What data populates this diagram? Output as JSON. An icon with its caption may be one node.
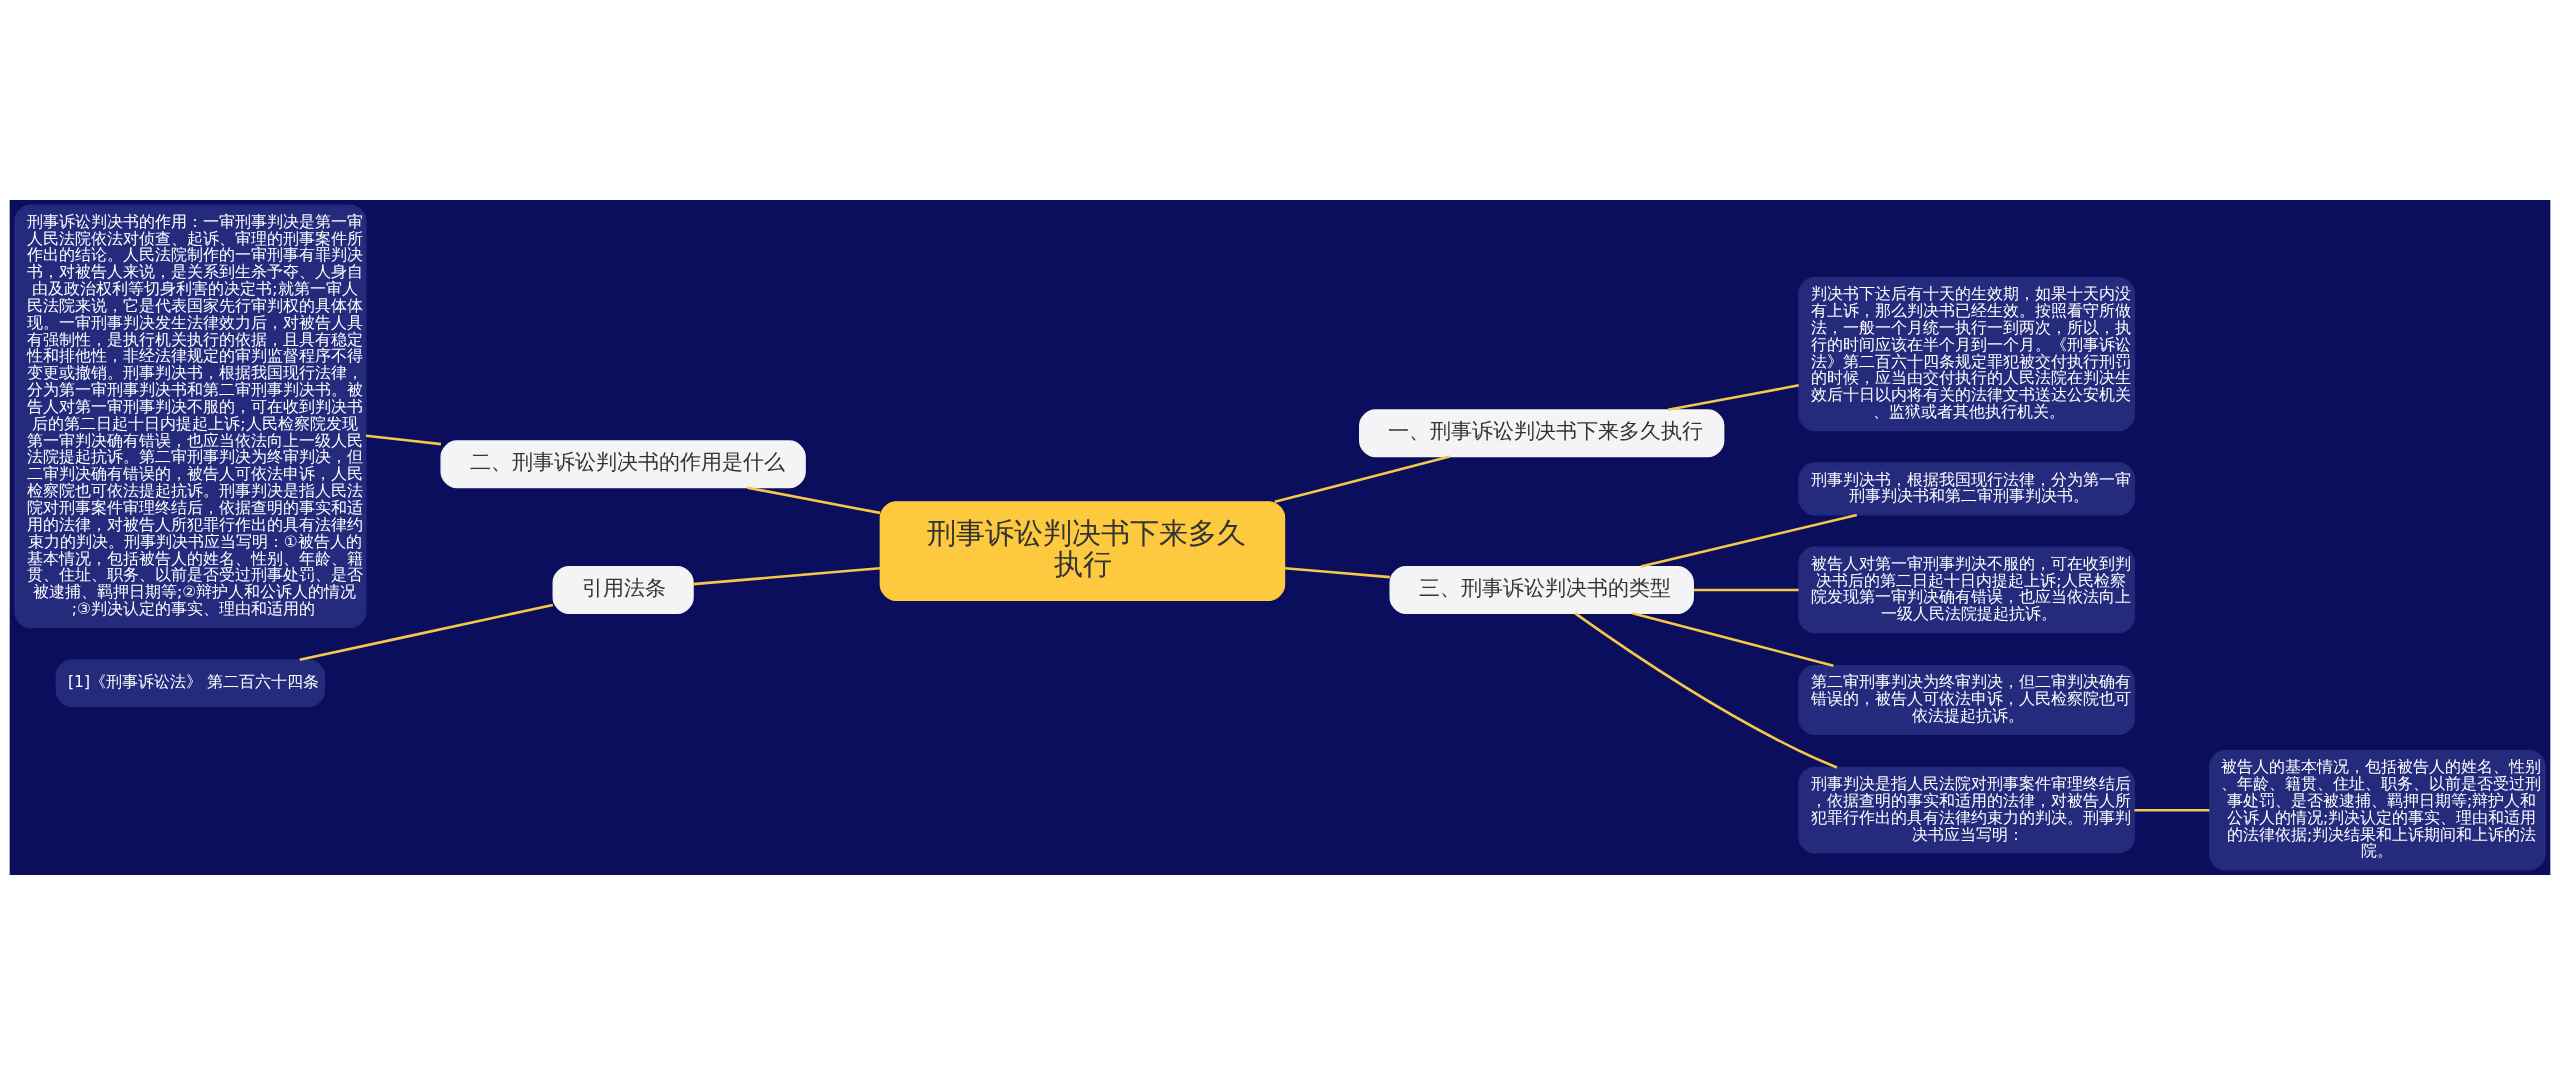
{
  "diagram": {
    "nodes": [
      {
        "text": [
          "刑事诉讼判决书下来多久执行"
        ]
      },
      {
        "text": [
          "一、刑事诉讼判决书下来多久执行"
        ]
      },
      {
        "text": [
          "判决书下达后有十天的生效期，如果十天内没有上诉，那么判决书已经生效。按照看守所做法，一般一个月统一执行一到两次，所以，执行的时间应该在半个月到一个月。《刑事诉讼法》第二百六十四条规定罪犯被交付执行刑罚的时候，应当由交付执行的人民法院在判决生效后十日以内将有关的法律文书送达公安机关、监狱或者其他执行机关。"
        ]
      },
      {
        "text": [
          "三、刑事诉讼判决书的类型"
        ]
      },
      {
        "text": [
          "刑事判决书，根据我国现行法律，分为第一审刑事判决书和第二审刑事判决书。"
        ]
      },
      {
        "text": [
          "被告人对第一审刑事判决不服的，可在收到判决书后的第二日起十日内提起上诉;人民检察院发现第一审判决确有错误，也应当依法向上一级人民法院提起抗诉。"
        ]
      },
      {
        "text": [
          "第二审刑事判决为终审判决，但二审判决确有错误的，被告人可依法申诉，人民检察院也可依法提起抗诉。"
        ]
      },
      {
        "text": [
          "刑事判决是指人民法院对刑事案件审理终结后，依据查明的事实和适用的法律，对被告人所犯罪行作出的具有法律约束力的判决。刑事判决书应当写明："
        ]
      },
      {
        "text": [
          "被告人的基本情况，包括被告人的姓名、性别、年龄、籍贯、住址、职务、以前是否受过刑事处罚、是否被逮捕、羁押日期等;辩护人和公诉人的情况;判决认定的事实、理由和适用的法律依据;判决结果和上诉期间和上诉的法院。"
        ]
      },
      {
        "text": [
          "二、刑事诉讼判决书的作用是什么"
        ]
      },
      {
        "text": [
          "刑事诉讼判决书的作用：一审刑事判决是第一审人民法院依法对侦查、起诉、审理的刑事案件所作出的结论。人民法院制作的一审刑事有罪判决书，对被告人来说，是关系到生杀予夺、人身自由及政治权利等切身利害的决定书;就第一审人民法院来说，它是代表国家先行审判权的具体体现。一审刑事判决发生法律效力后，对被告人具有强制性，是执行机关执行的依据，且具有稳定性和排他性，非经法律规定的审判监督程序不得变更或撤销。刑事判决书，根据我国现行法律，分为第一审刑事判决书和第二审刑事判决书。被告人对第一审刑事判决不服的，可在收到判决书后的第二日起十日内提起上诉;人民检察院发现第一审判决确有错误，也应当依法向上一级人民法院提起抗诉。第二审刑事判决为终审判决，但二审判决确有错误的，被告人可依法申诉，人民检察院也可依法提起抗诉。刑事判决是指人民法院对刑事案件审理终结后，依据查明的事实和适用的法律，对被告人所犯罪行作出的具有法律约束力的判决。刑事判决书应当写明：①被告人的基本情况，包括被告人的姓名、性别、年龄、籍贯、住址、职务、以前是否受过刑事处罚、是否被逮捕、羁押日期等;②辩护人和公诉人的情况;③判决认定的事实、理由和适用的"
        ]
      },
      {
        "text": [
          "引用法条"
        ]
      },
      {
        "text": [
          "[1]《刑事诉讼法》 第二百六十四条"
        ]
      }
    ],
    "edges": [
      {
        "from": 0,
        "to": 1,
        "arrow": "none"
      },
      {
        "from": 1,
        "to": 2,
        "arrow": "none"
      },
      {
        "from": 0,
        "to": 3,
        "arrow": "none"
      },
      {
        "from": 3,
        "to": 4,
        "arrow": "none"
      },
      {
        "from": 3,
        "to": 5,
        "arrow": "none"
      },
      {
        "from": 3,
        "to": 6,
        "arrow": "none"
      },
      {
        "from": 3,
        "to": 7,
        "arrow": "none"
      },
      {
        "from": 7,
        "to": 8,
        "arrow": "none"
      },
      {
        "from": 9,
        "to": 0,
        "arrow": "none"
      },
      {
        "from": 10,
        "to": 9,
        "arrow": "none"
      },
      {
        "from": 11,
        "to": 0,
        "arrow": "none"
      },
      {
        "from": 12,
        "to": 11,
        "arrow": "none"
      }
    ]
  }
}
